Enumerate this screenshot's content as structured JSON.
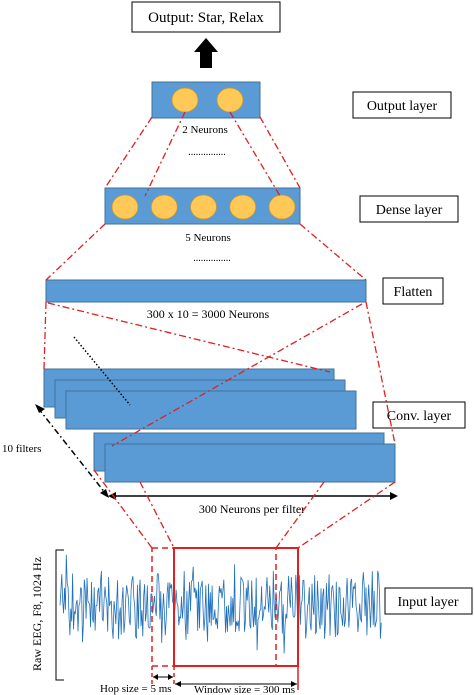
{
  "output_box": {
    "text": "Output: Star, Relax"
  },
  "layers": {
    "output": "Output layer",
    "dense": "Dense layer",
    "flatten": "Flatten",
    "conv": "Conv. layer",
    "input": "Input layer"
  },
  "captions": {
    "output_neurons": "2 Neurons",
    "dense_neurons": "5 Neurons",
    "flatten_neurons": "300 x 10 = 3000 Neurons",
    "filters": "10 filters",
    "per_filter": "300 Neurons per filter",
    "hop": "Hop size = 5 ms",
    "window": "Window size = 300 ms",
    "eeg_axis": "Raw EEG, F8, 1024 Hz",
    "ellipsis": "..............."
  },
  "counts": {
    "output_neurons": 2,
    "dense_neurons": 5,
    "filters": 10
  },
  "colors": {
    "layer_fill": "#5b9bd5",
    "layer_stroke": "#41719c",
    "neuron_fill": "#ffc857",
    "connector": "#e02020",
    "signal": "#1f6fba"
  }
}
